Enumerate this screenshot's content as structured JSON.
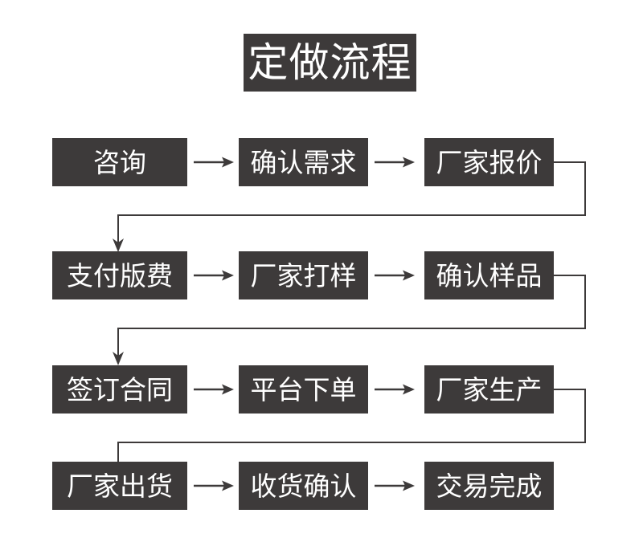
{
  "diagram": {
    "title": "定做流程",
    "type": "flowchart",
    "colors": {
      "box_fill": "#3d3a3a",
      "box_text": "#ffffff",
      "background": "#ffffff",
      "connector_stroke": "#3d3a3a"
    },
    "rows": [
      {
        "row_index": 1,
        "steps": [
          {
            "label": "咨询",
            "width": 168
          },
          {
            "label": "确认需求",
            "width": 161
          },
          {
            "label": "厂家报价",
            "width": 161
          }
        ]
      },
      {
        "row_index": 2,
        "steps": [
          {
            "label": "支付版费",
            "width": 168
          },
          {
            "label": "厂家打样",
            "width": 161
          },
          {
            "label": "确认样品",
            "width": 161
          }
        ]
      },
      {
        "row_index": 3,
        "steps": [
          {
            "label": "签订合同",
            "width": 168
          },
          {
            "label": "平台下单",
            "width": 161
          },
          {
            "label": "厂家生产",
            "width": 161
          }
        ]
      },
      {
        "row_index": 4,
        "steps": [
          {
            "label": "厂家出货",
            "width": 168
          },
          {
            "label": "收货确认",
            "width": 161
          },
          {
            "label": "交易完成",
            "width": 161
          }
        ]
      }
    ],
    "flow_sequence": [
      "咨询",
      "确认需求",
      "厂家报价",
      "支付版费",
      "厂家打样",
      "确认样品",
      "签订合同",
      "平台下单",
      "厂家生产",
      "厂家出货",
      "收货确认",
      "交易完成"
    ],
    "arrow_icon": "arrow-right-icon",
    "elbow_icon": "elbow-connector-down-icon"
  }
}
